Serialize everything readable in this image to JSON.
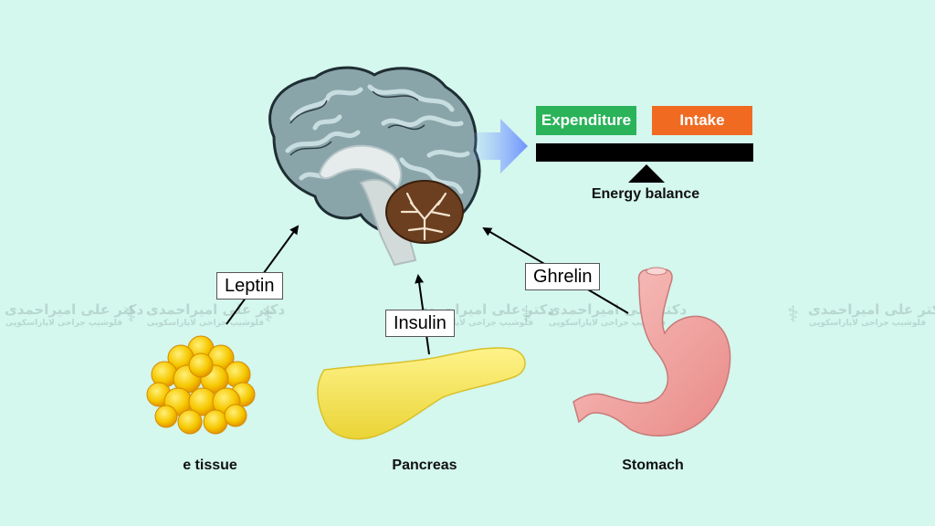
{
  "watermark": {
    "name": "دکتر علی امیراحمدی",
    "subtitle": "فلوشیپ جراحی لاپاراسکوپی",
    "icon": "caduceus-icon"
  },
  "energy_balance": {
    "expenditure_label": "Expenditure",
    "intake_label": "Intake",
    "caption": "Energy balance",
    "expenditure_color": "#2bb35a",
    "intake_color": "#f06a22"
  },
  "hormones": {
    "leptin": "Leptin",
    "insulin": "Insulin",
    "ghrelin": "Ghrelin"
  },
  "organs": {
    "adipose_caption": "e tissue",
    "pancreas_caption": "Pancreas",
    "stomach_caption": "Stomach"
  },
  "colors": {
    "background": "#d4f7ee",
    "brain": "#7e9aa0",
    "cerebellum": "#6b3f1f",
    "fat": "#f5c400",
    "pancreas": "#f6e663",
    "stomach": "#f2a7a4"
  }
}
